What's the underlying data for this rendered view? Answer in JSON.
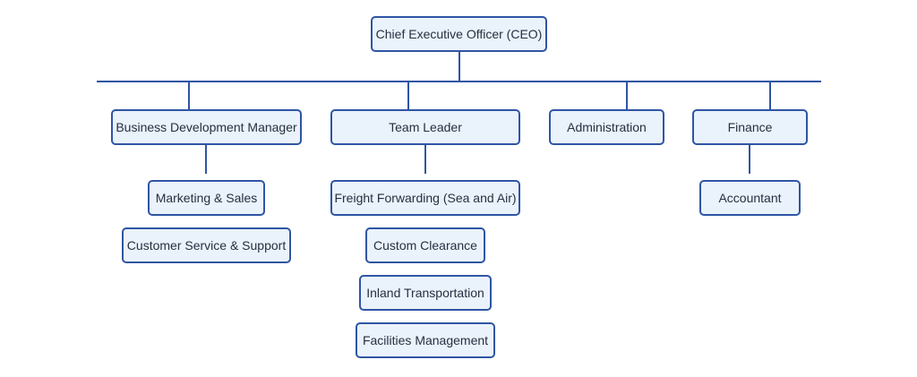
{
  "colors": {
    "line": "#2f55a4",
    "node_fill": "#eaf2fb",
    "node_border": "#2f55a4",
    "text": "#253041"
  },
  "chart": {
    "ceo": "Chief Executive Officer (CEO)",
    "departments": [
      {
        "name": "Business Development Manager",
        "children": [
          "Marketing & Sales",
          "Customer Service & Support"
        ]
      },
      {
        "name": "Team Leader",
        "children": [
          "Freight Forwarding (Sea and Air)",
          "Custom Clearance",
          "Inland Transportation",
          "Facilities Management"
        ]
      },
      {
        "name": "Administration",
        "children": []
      },
      {
        "name": "Finance",
        "children": [
          "Accountant"
        ]
      }
    ]
  }
}
